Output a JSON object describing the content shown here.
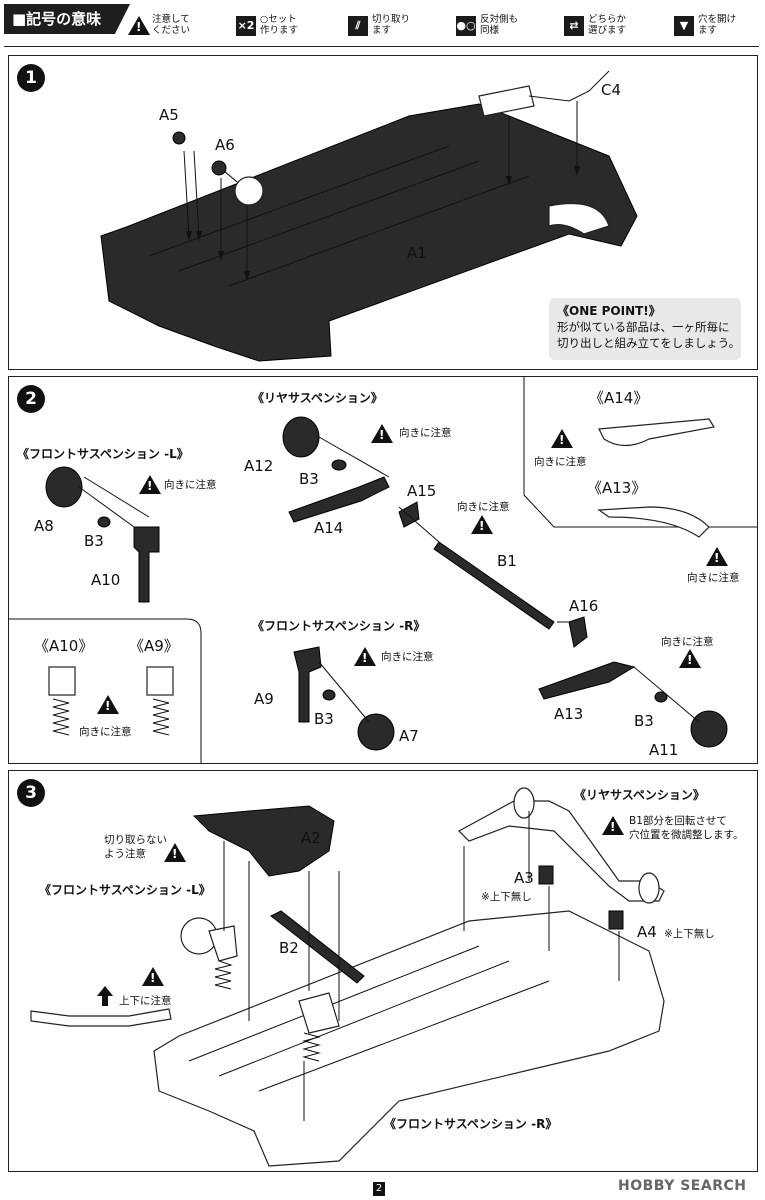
{
  "legend": {
    "title": "■記号の意味",
    "items": [
      {
        "icon": "warning-icon",
        "text": "注意して\nください"
      },
      {
        "icon": "x2-icon",
        "glyph": "×2",
        "text": "○セット\n作ります"
      },
      {
        "icon": "cut-icon",
        "text": "切り取り\nます"
      },
      {
        "icon": "same-opposite-icon",
        "text": "反対側も\n同様"
      },
      {
        "icon": "either-icon",
        "text": "どちらか\n選びます"
      },
      {
        "icon": "drill-hole-icon",
        "text": "穴を開け\nます"
      }
    ]
  },
  "step1": {
    "number": "1",
    "parts": {
      "a5": "A5",
      "a6": "A6",
      "c4": "C4",
      "a1": "A1"
    },
    "one_point": {
      "title": "《ONE POINT!》",
      "text": "形が似ている部品は、一ヶ所毎に\n切り出しと組み立てをしましょう。"
    }
  },
  "step2": {
    "number": "2",
    "front_l_title": "《フロントサスペンション -L》",
    "rear_title": "《リヤサスペンション》",
    "front_r_title": "《フロントサスペンション -R》",
    "caution_direction": "向きに注意",
    "parts": {
      "a8": "A8",
      "b3": "B3",
      "a10": "A10",
      "a12": "A12",
      "a14": "A14",
      "a15": "A15",
      "b1": "B1",
      "a16": "A16",
      "a13": "A13",
      "a11": "A11",
      "a9": "A9",
      "a7": "A7"
    },
    "inset_a14": "《A14》",
    "inset_a13": "《A13》",
    "compare_a10": "《A10》",
    "compare_a9": "《A9》"
  },
  "step3": {
    "number": "3",
    "rear_title": "《リヤサスペンション》",
    "front_l_title": "《フロントサスペンション -L》",
    "front_r_title": "《フロントサスペンション -R》",
    "no_cut_note": "切り取らない\nよう注意",
    "b1_note": "B1部分を回転させて\n穴位置を微調整します。",
    "updown_note": "上下に注意",
    "no_updown": "※上下無し",
    "parts": {
      "a2": "A2",
      "a3": "A3",
      "b2": "B2",
      "a4": "A4"
    }
  },
  "footer": {
    "page": "2",
    "watermark": "HOBBY SEARCH"
  }
}
